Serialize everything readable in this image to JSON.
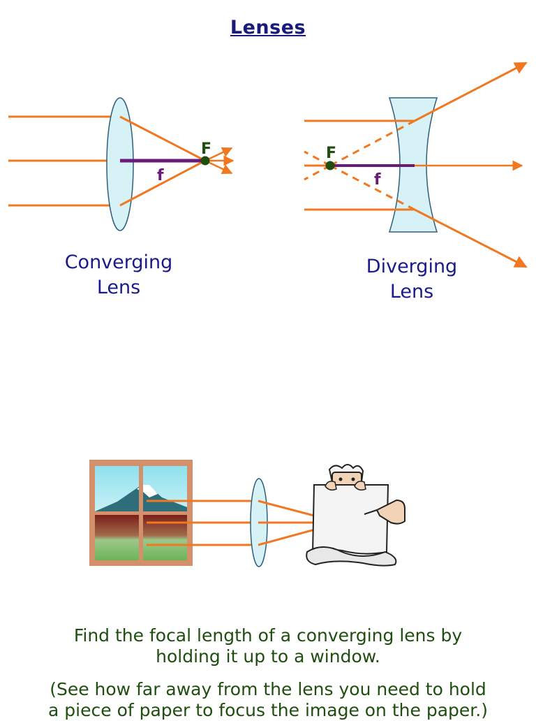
{
  "title": "Lenses",
  "converging": {
    "caption_line1": "Converging",
    "caption_line2": "Lens",
    "focal_point_label": "F",
    "focal_length_label": "f"
  },
  "diverging": {
    "caption_line1": "Diverging",
    "caption_line2": "Lens",
    "focal_point_label": "F",
    "focal_length_label": "f"
  },
  "colors": {
    "ray": "#f07820",
    "focal_line": "#6a1b7a",
    "lens_fill": "#d6f2f7",
    "lens_stroke": "#2f5f7a",
    "label_green": "#1f4f0f",
    "caption_blue": "#1a1a8c"
  },
  "instructions": {
    "line1": "Find the focal length of a converging lens by",
    "line2": "holding it up to a window.",
    "note_line1": "(See how far away from the lens you need to hold",
    "note_line2": "a piece of paper to focus the image on the paper.)"
  }
}
